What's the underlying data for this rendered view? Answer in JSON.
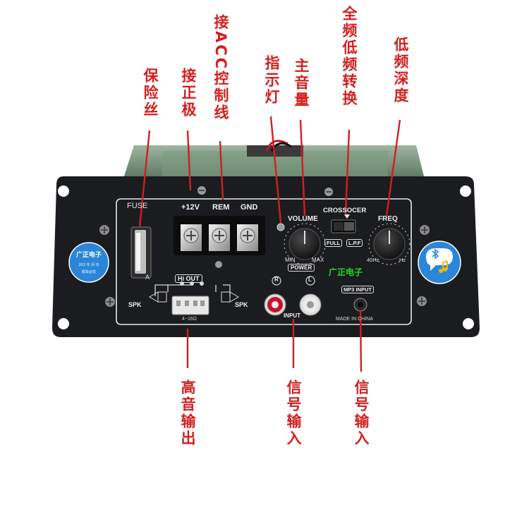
{
  "callouts": {
    "fuse": "保险丝",
    "positive": "接正极",
    "acc": "接ACC控制线",
    "indicator": "指示灯",
    "volume": "主音量",
    "crossover": "全频低频转换",
    "freq": "低频深度",
    "hiout": "高音输出",
    "input": "信号输入",
    "mp3": "信号输入"
  },
  "panel": {
    "fuse": "FUSE",
    "fuse_a": "A",
    "v12": "+12V",
    "rem": "REM",
    "gnd": "GND",
    "volume": "VOLUME",
    "min": "MIN",
    "max": "MAX",
    "power": "POWER",
    "crossocer": "CROSSOCER",
    "full": "FULL",
    "lpf": "L.P.F",
    "freq": "FREQ",
    "hz40": "40Hz",
    "hz120": "Hz",
    "hiout": "Hi OUT",
    "spk_left": "SPK",
    "spk_right": "SPK",
    "ohm": "4~16Ω",
    "r": "R",
    "l": "L",
    "input": "INPUT",
    "brand": "广正电子",
    "mp3": "MP3 INPUT",
    "made": "MADE IN CHINA"
  },
  "sticker": {
    "name": "广正电子",
    "line1": "202 年 月 日",
    "line2": "假货必究"
  },
  "colors": {
    "callout": "#d21f1f",
    "brand_green": "#1edc2a",
    "panel": "#1b1c1f",
    "sticker": "#2a86d8"
  },
  "icons": [
    "bluetooth-music-icon"
  ]
}
